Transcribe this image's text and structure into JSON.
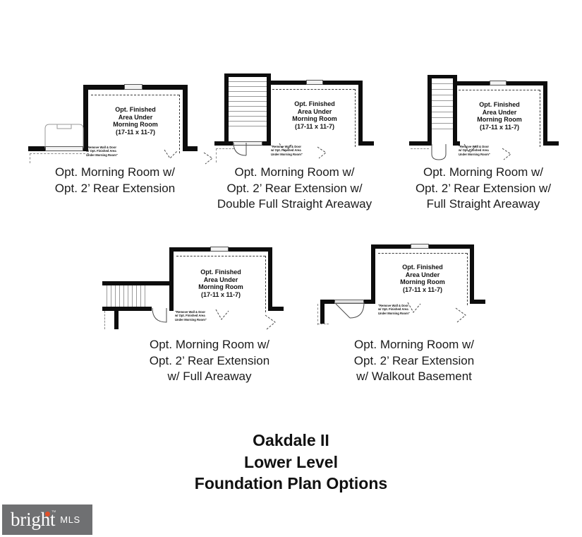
{
  "title_block": {
    "line1": "Oakdale II",
    "line2": "Lower Level",
    "line3": "Foundation Plan Options"
  },
  "room_label": {
    "line1": "Opt. Finished",
    "line2": "Area Under",
    "line3": "Morning Room",
    "dims": "(17-11 x 11-7)"
  },
  "note": {
    "line1": "\"Remove Wall & Door",
    "line2": "w/ Opt. Finished Area",
    "line3": "Under Morning Room\""
  },
  "plans": [
    {
      "id": "plan-1",
      "caption": {
        "line1": "Opt. Morning Room w/",
        "line2": "Opt. 2’ Rear Extension",
        "line3": ""
      }
    },
    {
      "id": "plan-2",
      "caption": {
        "line1": "Opt. Morning Room w/",
        "line2": "Opt. 2’ Rear Extension w/",
        "line3": "Double Full Straight Areaway"
      }
    },
    {
      "id": "plan-3",
      "caption": {
        "line1": "Opt. Morning Room w/",
        "line2": "Opt. 2’ Rear Extension w/",
        "line3": "Full Straight Areaway"
      }
    },
    {
      "id": "plan-4",
      "caption": {
        "line1": "Opt. Morning Room w/",
        "line2": "Opt. 2’ Rear Extension",
        "line3": "w/ Full Areaway"
      }
    },
    {
      "id": "plan-5",
      "caption": {
        "line1": "Opt. Morning Room w/",
        "line2": "Opt. 2’ Rear Extension",
        "line3": "w/ Walkout Basement"
      }
    }
  ],
  "watermark": {
    "brand": "bright",
    "suffix": "MLS",
    "tm": "™",
    "bg_color": "#6f7072",
    "dot_color": "#e0502a"
  },
  "colors": {
    "wall": "#0d0d0d",
    "page_bg": "#ffffff",
    "text": "#1a1a1a",
    "dash": "#3a3a3a"
  }
}
